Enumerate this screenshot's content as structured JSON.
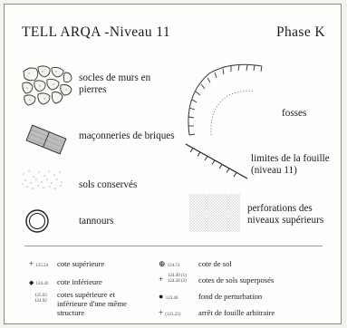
{
  "header": {
    "title": "TELL ARQA -Niveau 11",
    "phase": "Phase K"
  },
  "legend_items": {
    "stone_footings": "socles de murs en pierres",
    "brick_masonry": "maçonneries de briques",
    "preserved_floors": "sols conservés",
    "ovens": "tannours",
    "pits": "fosses",
    "excavation_limits": "limites de la fouille (niveau 11)",
    "upper_perforations": "perforations des niveaux supérieurs"
  },
  "elevation_legend": {
    "top_mark": "+",
    "top_value": "125.24",
    "top_label": "cote supérieure",
    "bottom_mark": "◆",
    "bottom_value": "124.42",
    "bottom_label": "cote inférieure",
    "both_values": "125.03 124.92",
    "both_label": "cotes supérieure et inférieure d'une même structure",
    "floor_mark": "⊕",
    "floor_value": "124.51",
    "floor_label": "cote de sol",
    "stacked_mark": "+",
    "stacked_values": "124.40 (1) 124.28 (2)",
    "stacked_label": "cotes de sols superposés",
    "disturbance_mark": "●",
    "disturbance_value": "123.46",
    "disturbance_label": "fond de perturbation",
    "arbitrary_mark": "+",
    "arbitrary_value": "(123.25)",
    "arbitrary_label": "arrêt de fouille arbitraire"
  }
}
